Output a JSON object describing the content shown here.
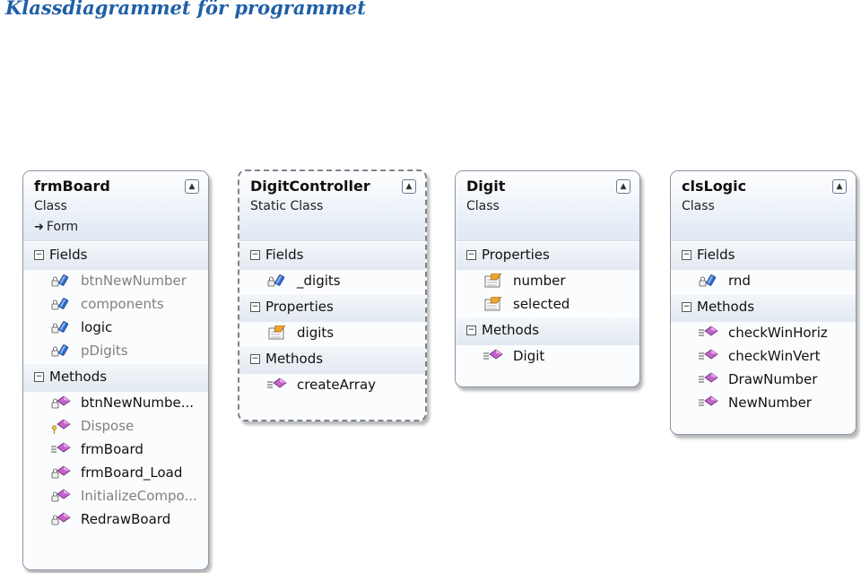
{
  "page": {
    "title": "Klassdiagrammet för programmet"
  },
  "classes": [
    {
      "name": "frmBoard",
      "kind": "Class",
      "base": "Form",
      "sections": [
        {
          "label": "Fields",
          "members": [
            {
              "name": "btnNewNumber",
              "icon": "private-field-icon",
              "dim": true
            },
            {
              "name": "components",
              "icon": "private-field-icon",
              "dim": true
            },
            {
              "name": "logic",
              "icon": "private-field-icon",
              "dim": false
            },
            {
              "name": "pDigits",
              "icon": "private-field-icon",
              "dim": true
            }
          ]
        },
        {
          "label": "Methods",
          "members": [
            {
              "name": "btnNewNumbe...",
              "icon": "private-method-icon",
              "dim": false
            },
            {
              "name": "Dispose",
              "icon": "protected-method-icon",
              "dim": true
            },
            {
              "name": "frmBoard",
              "icon": "public-method-icon",
              "dim": false
            },
            {
              "name": "frmBoard_Load",
              "icon": "private-method-icon",
              "dim": false
            },
            {
              "name": "InitializeCompo...",
              "icon": "private-method-icon",
              "dim": true
            },
            {
              "name": "RedrawBoard",
              "icon": "private-method-icon",
              "dim": false
            }
          ]
        }
      ]
    },
    {
      "name": "DigitController",
      "kind": "Static Class",
      "base": "",
      "sections": [
        {
          "label": "Fields",
          "members": [
            {
              "name": "_digits",
              "icon": "private-field-icon",
              "dim": false
            }
          ]
        },
        {
          "label": "Properties",
          "members": [
            {
              "name": "digits",
              "icon": "public-property-icon",
              "dim": false
            }
          ]
        },
        {
          "label": "Methods",
          "members": [
            {
              "name": "createArray",
              "icon": "public-method-icon",
              "dim": false
            }
          ]
        }
      ]
    },
    {
      "name": "Digit",
      "kind": "Class",
      "base": "",
      "sections": [
        {
          "label": "Properties",
          "members": [
            {
              "name": "number",
              "icon": "public-property-icon",
              "dim": false
            },
            {
              "name": "selected",
              "icon": "public-property-icon",
              "dim": false
            }
          ]
        },
        {
          "label": "Methods",
          "members": [
            {
              "name": "Digit",
              "icon": "public-method-icon",
              "dim": false
            }
          ]
        }
      ]
    },
    {
      "name": "clsLogic",
      "kind": "Class",
      "base": "",
      "sections": [
        {
          "label": "Fields",
          "members": [
            {
              "name": "rnd",
              "icon": "private-field-icon",
              "dim": false
            }
          ]
        },
        {
          "label": "Methods",
          "members": [
            {
              "name": "checkWinHoriz",
              "icon": "public-method-icon",
              "dim": false
            },
            {
              "name": "checkWinVert",
              "icon": "public-method-icon",
              "dim": false
            },
            {
              "name": "DrawNumber",
              "icon": "public-method-icon",
              "dim": false
            },
            {
              "name": "NewNumber",
              "icon": "public-method-icon",
              "dim": false
            }
          ]
        }
      ]
    }
  ]
}
